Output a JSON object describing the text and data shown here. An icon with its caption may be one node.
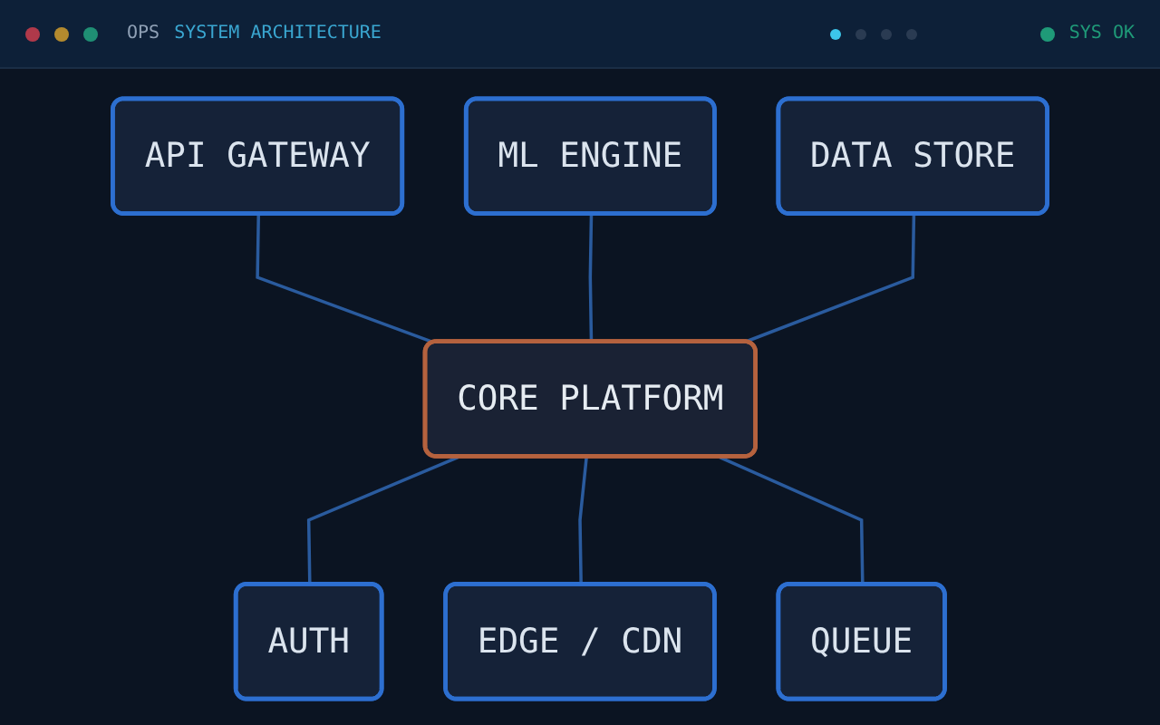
{
  "diagram": {
    "title": "SYSTEM ARCHITECTURE",
    "nodes": [
      {
        "text": [
          "ML ENGINE"
        ]
      },
      {
        "text": [
          "API GATEWAY"
        ]
      },
      {
        "text": [
          "DATA STORE"
        ]
      },
      {
        "text": [
          "CORE PLATFORM"
        ]
      },
      {
        "text": [
          "AUTH"
        ]
      },
      {
        "text": [
          "QUEUE"
        ]
      },
      {
        "text": [
          "EDGE / CDN"
        ]
      }
    ],
    "edges": [
      {
        "from": 1,
        "to": 3,
        "arrow": "none"
      },
      {
        "from": 0,
        "to": 3,
        "arrow": "none"
      },
      {
        "from": 2,
        "to": 3,
        "arrow": "none"
      },
      {
        "from": 3,
        "to": 4,
        "arrow": "none"
      },
      {
        "from": 3,
        "to": 6,
        "arrow": "none"
      },
      {
        "from": 3,
        "to": 5,
        "arrow": "none"
      }
    ],
    "labels": [
      "OPS",
      "SYS OK"
    ]
  }
}
